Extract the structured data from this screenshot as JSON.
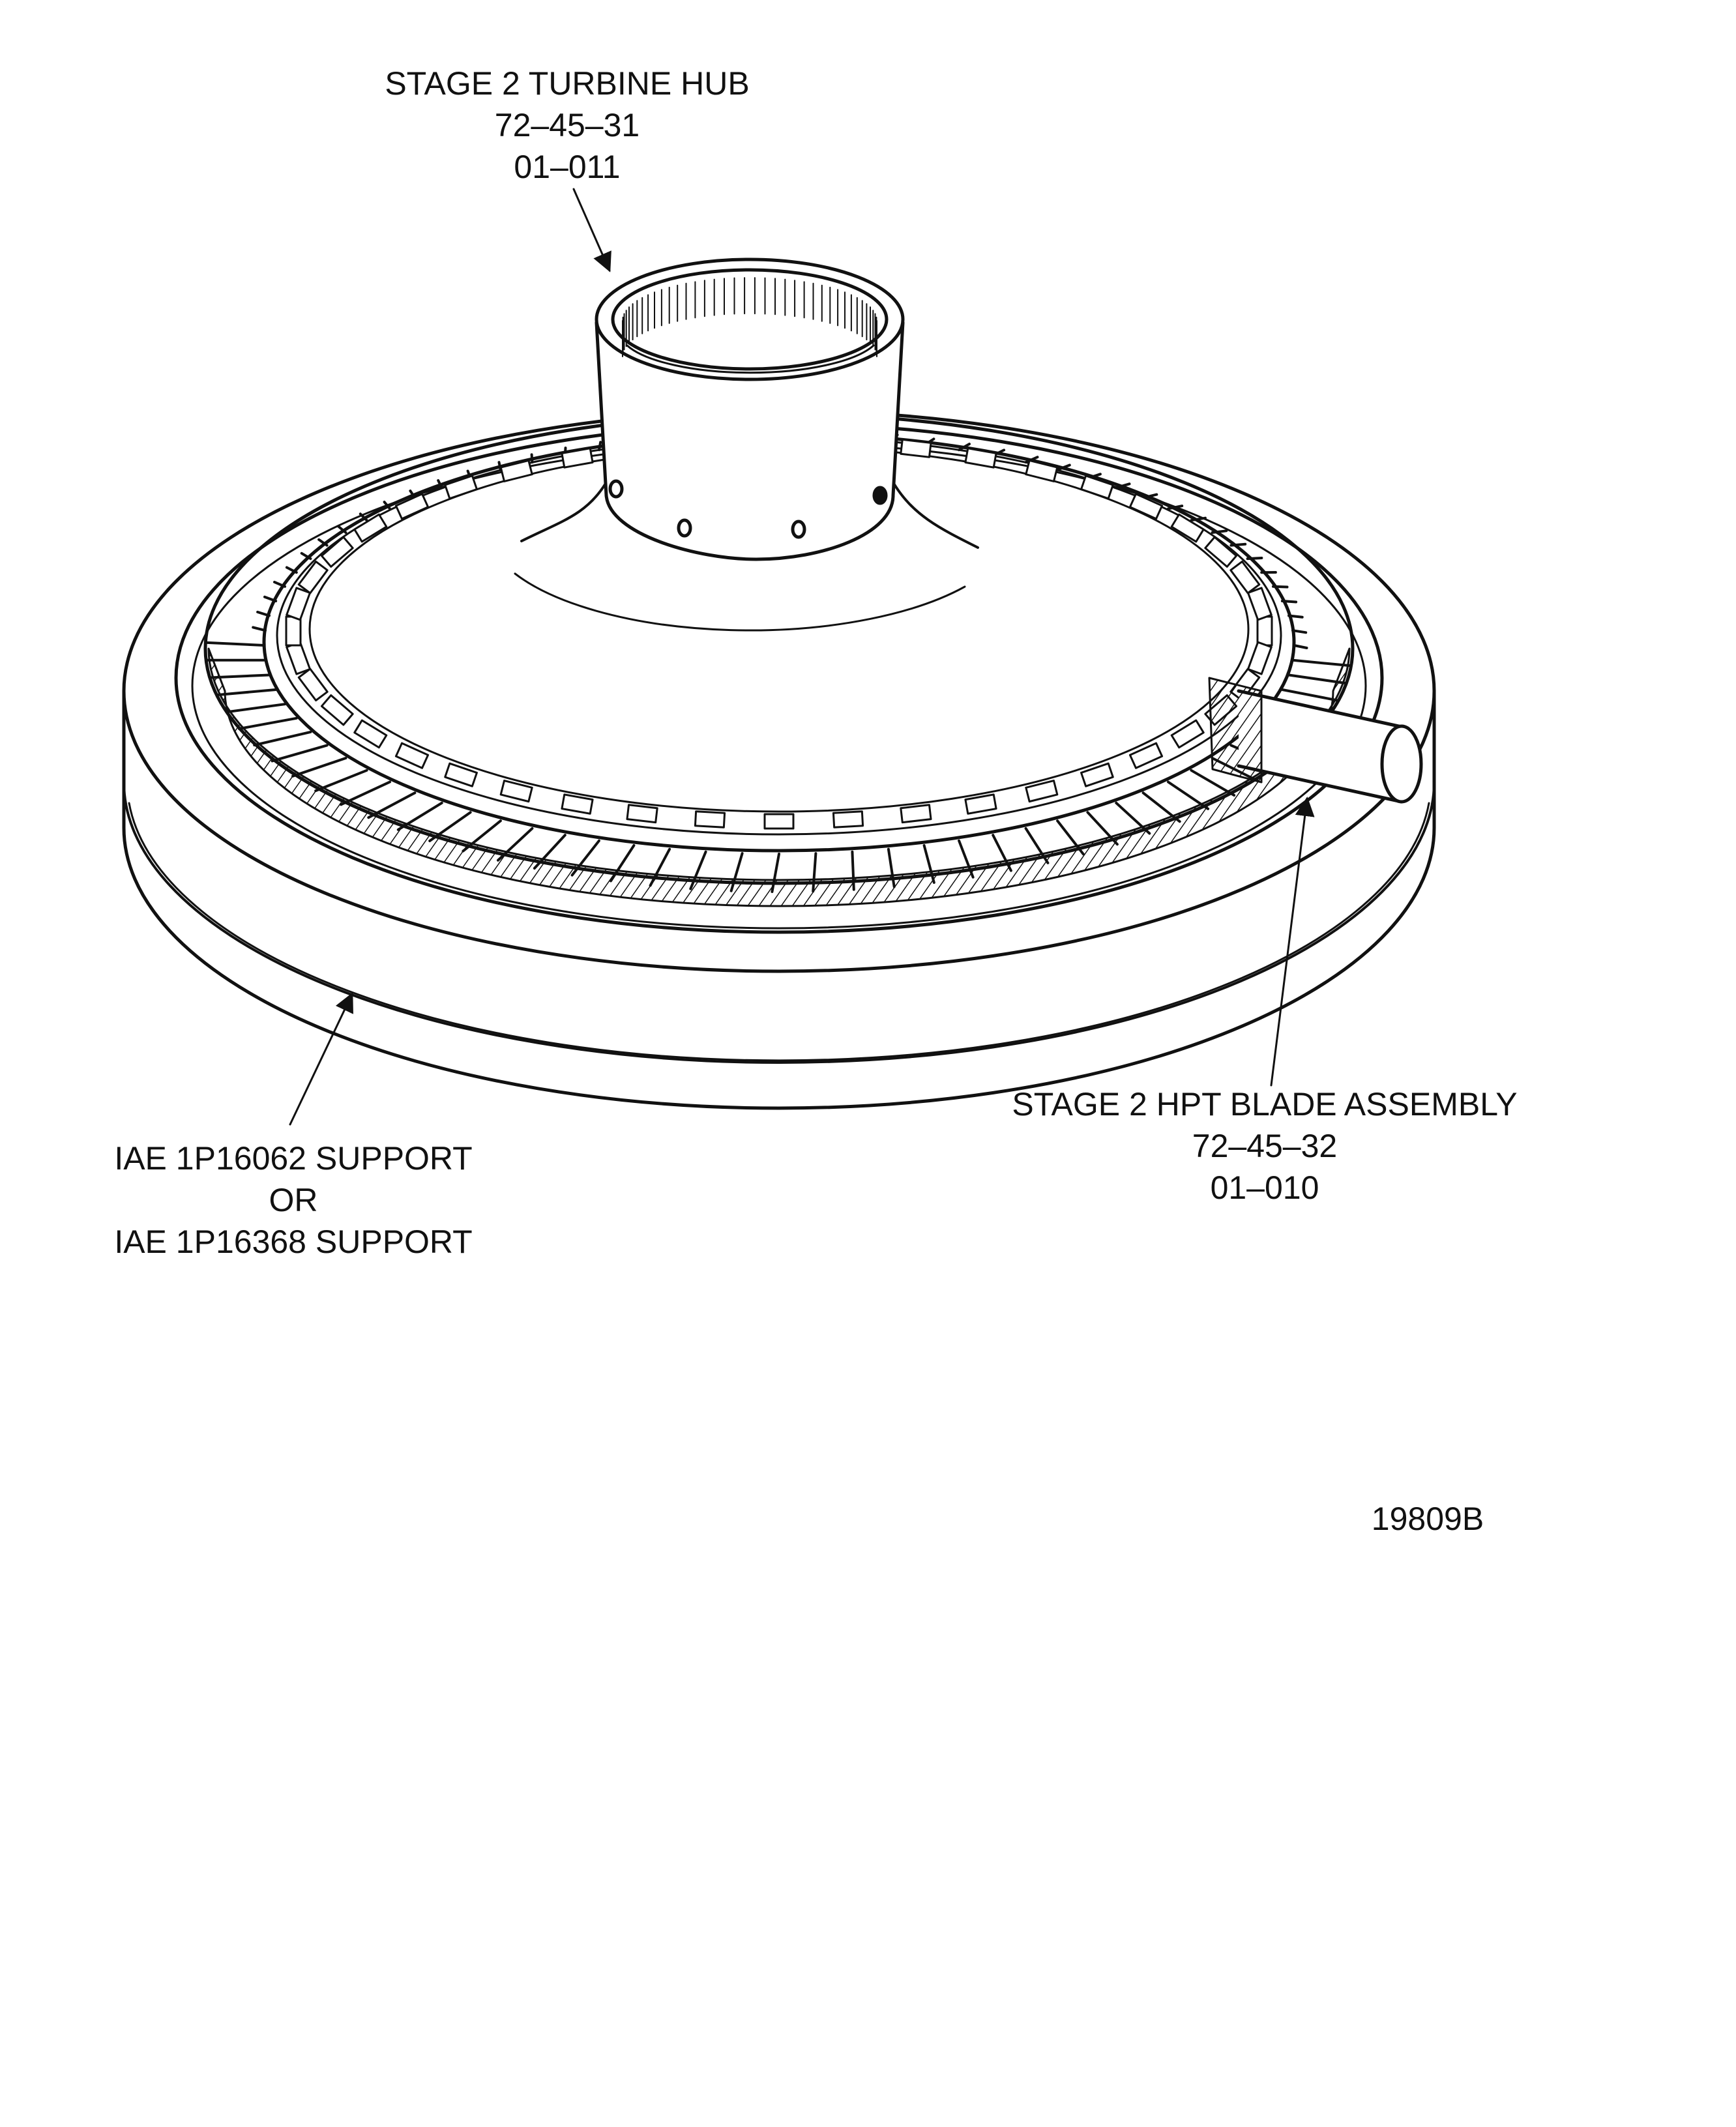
{
  "callouts": {
    "turbine_hub": {
      "title": "STAGE 2 TURBINE HUB",
      "ref1": "72–45–31",
      "ref2": "01–011"
    },
    "blade_assembly": {
      "title": "STAGE 2 HPT BLADE ASSEMBLY",
      "ref1": "72–45–32",
      "ref2": "01–010"
    },
    "support": {
      "line1": "IAE 1P16062 SUPPORT",
      "line2": "OR",
      "line3": "IAE 1P16368 SUPPORT"
    }
  },
  "figure_id": "19809B",
  "colors": {
    "ink": "#111111",
    "paper": "#ffffff"
  }
}
